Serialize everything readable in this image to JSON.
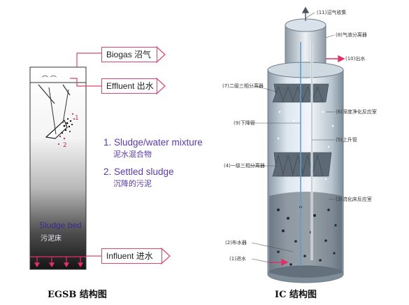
{
  "egsb": {
    "callouts": {
      "biogas": "Biogas 沼气",
      "effluent": "Effluent 出水",
      "influent": "Influent 进水"
    },
    "legend": [
      {
        "en": "1. Sludge/water mixture",
        "zh": "泥水混合物"
      },
      {
        "en": "2. Settled sludge",
        "zh": "沉降的污泥"
      }
    ],
    "marker_1": "1",
    "marker_2": "2",
    "sludge_bed": "Sludge bed",
    "sludge_bed_zh": "污泥床",
    "caption": "EGSB 结构图"
  },
  "ic": {
    "labels": {
      "biogas_collection": "(11)沼气收集",
      "gas_liquid_separator": "(8)气液分离器",
      "outlet": "(10)出水",
      "second_stage_separator": "(7)二级三相分离器",
      "polishing_zone": "(6)深度净化反应室",
      "downcomer": "(9)下降管",
      "riser": "(5)上升管",
      "first_stage_separator": "(4)一级三相分离器",
      "fluidized_bed_zone": "(3)流化床反应室",
      "distributor": "(2)布水器",
      "inlet": "(1)进水"
    },
    "caption": "IC 结构图"
  },
  "colors": {
    "callout_border": "#d9466f",
    "legend_text": "#5a3aa8",
    "sludge_dark": "#1a1a1a",
    "influent_arrow": "#e0306a"
  }
}
